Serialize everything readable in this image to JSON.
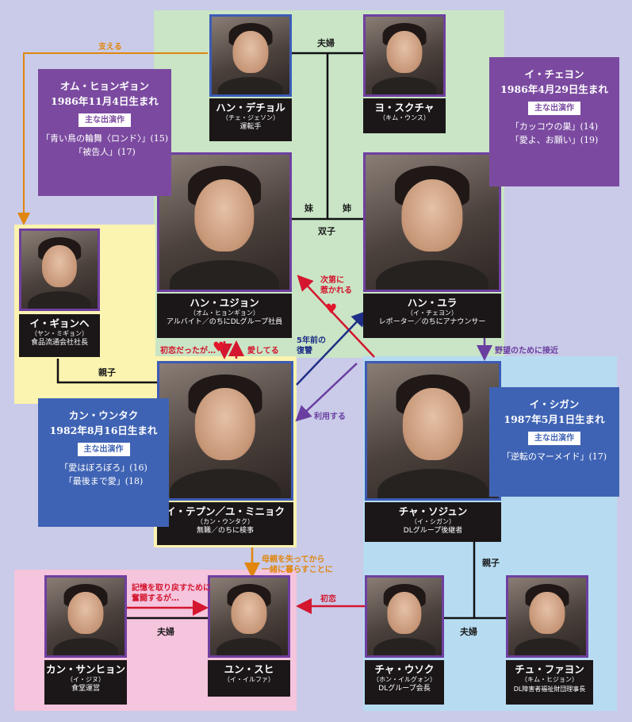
{
  "colors": {
    "background": "#c9cbe8",
    "green_zone": "#c9e5c5",
    "yellow_zone": "#fbf3b0",
    "blue_zone": "#b7dcf2",
    "pink_zone": "#f5c4dd",
    "purple_box": "#7b4aa0",
    "blue_box": "#3f63b4",
    "red_arrow": "#d4162f",
    "orange_arrow": "#e0860f",
    "navy_arrow": "#1f2f87",
    "purple_arrow": "#6a3ea0"
  },
  "people": {
    "han_deachol": {
      "name": "ハン・デチョル",
      "reading": "（チェ・ジェソン）",
      "role": "運転手"
    },
    "yo_sukucha": {
      "name": "ヨ・スクチャ",
      "reading": "（キム・ウンス）",
      "role": ""
    },
    "han_yujon": {
      "name": "ハン・ユジョン",
      "reading": "（オム・ヒョンギョン）",
      "role": "アルバイト／のちにDLグループ社員"
    },
    "han_yura": {
      "name": "ハン・ユラ",
      "reading": "（イ・チェヨン）",
      "role": "レポーター／のちにアナウンサー"
    },
    "i_gyonhe": {
      "name": "イ・ギョンヘ",
      "reading": "（ヤン・ミギョン）",
      "role": "食品流通会社社長"
    },
    "i_tepun": {
      "name": "イ・テプン／ユ・ミニョク",
      "reading": "（カン・ウンタク）",
      "role": "無職／のちに検事"
    },
    "cha_sojun": {
      "name": "チャ・ソジュン",
      "reading": "（イ・シガン）",
      "role": "DLグループ後継者"
    },
    "kan_sanhyon": {
      "name": "カン・サンヒョン",
      "reading": "（イ・ジヌ）",
      "role": "食堂運営"
    },
    "yun_suhi": {
      "name": "ユン・スヒ",
      "reading": "（イ・イルファ）",
      "role": ""
    },
    "cha_uhsoku": {
      "name": "チャ・ウソク",
      "reading": "（ホン・イルグォン）",
      "role": "DLグループ会長"
    },
    "chu_fayon": {
      "name": "チュ・ファヨン",
      "reading": "（キム・ヒジョン）",
      "role": "DL障害者福祉財団理事長"
    }
  },
  "actors": {
    "om": {
      "name": "オム・ヒョンギョン",
      "born": "1986年11月4日生まれ",
      "works_label": "主な出演作",
      "works": [
        "「青い鳥の輪舞〈ロンド〉」(15)",
        "「被告人」(17)"
      ]
    },
    "lee_chaeyon": {
      "name": "イ・チェヨン",
      "born": "1986年4月29日生まれ",
      "works_label": "主な出演作",
      "works": [
        "「カッコウの巣」(14)",
        "「愛よ、お願い」(19)"
      ]
    },
    "kan_untaku": {
      "name": "カン・ウンタク",
      "born": "1982年8月16日生まれ",
      "works_label": "主な出演作",
      "works": [
        "「愛はぼろぼろ」(16)",
        "「最後まで愛」(18)"
      ]
    },
    "lee_sigan": {
      "name": "イ・シガン",
      "born": "1987年5月1日生まれ",
      "works_label": "主な出演作",
      "works": [
        "「逆転のマーメイド」(17)"
      ]
    }
  },
  "relations": {
    "support": "支える",
    "couple_top": "夫婦",
    "younger_sister": "妹",
    "older_sister": "姉",
    "twins": "双子",
    "gradually_attracted_1": "次第に",
    "gradually_attracted_2": "惹かれる",
    "first_love_was": "初恋だったが…",
    "in_love": "愛してる",
    "revenge_1": "5年前の",
    "revenge_2": "復讐",
    "use": "利用する",
    "approach": "野望のために接近",
    "parent_child_left": "親子",
    "parent_child_right": "親子",
    "after_mother_1": "母親を失ってから",
    "after_mother_2": "一緒に暮らすことに",
    "memory_1": "記憶を取り戻すために",
    "memory_2": "奮闘するが…",
    "couple_bottom_left": "夫婦",
    "first_love": "初恋",
    "couple_bottom_right": "夫婦"
  }
}
